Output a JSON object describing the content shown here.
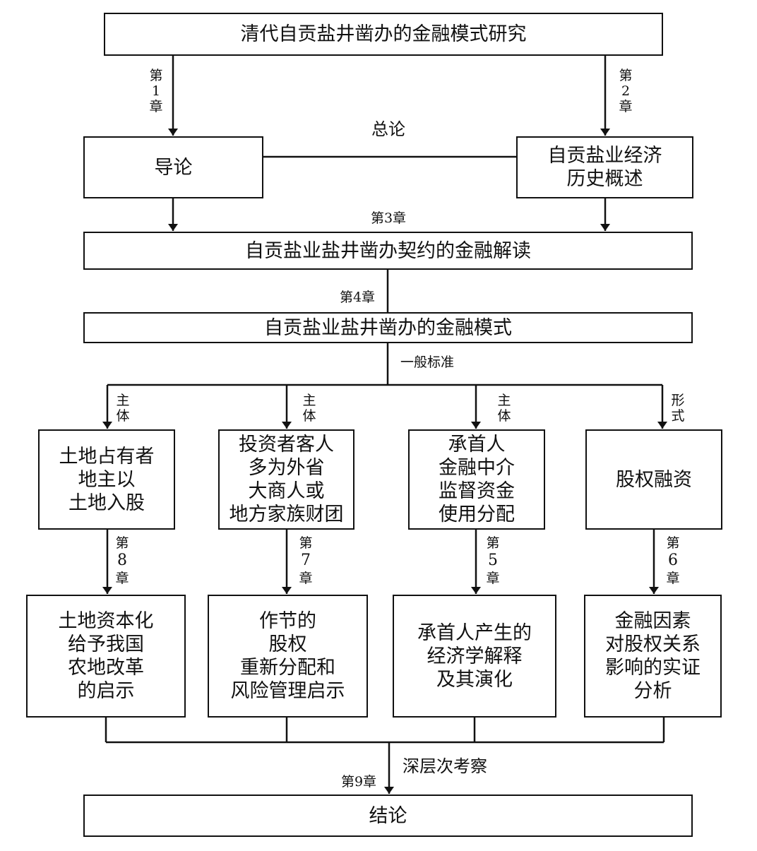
{
  "boxes": {
    "top": "清代自贡盐井凿办的金融模式研究",
    "intro": "导论",
    "history": [
      "自贡盐业经济",
      "历史概述"
    ],
    "contract": "自贡盐业盐井凿办契约的金融解读",
    "model": "自贡盐业盐井凿办的金融模式",
    "land_owner": [
      "土地占有者",
      "地主以",
      "土地入股"
    ],
    "investor": [
      "投资者客人",
      "多为外省",
      "大商人或",
      "地方家族财团"
    ],
    "undertaker": [
      "承首人",
      "金融中介",
      "监督资金",
      "使用分配"
    ],
    "equity": "股权融资",
    "land_capital": [
      "土地资本化",
      "给予我国",
      "农地改革",
      "的启示"
    ],
    "redistribution": [
      "作节的",
      "股权",
      "重新分配和",
      "风险管理启示"
    ],
    "econ_explain": [
      "承首人产生的",
      "经济学解释",
      "及其演化"
    ],
    "empirical": [
      "金融因素",
      "对股权关系",
      "影响的实证",
      "分析"
    ],
    "conclusion": "结论"
  },
  "labels": {
    "ch1": [
      "第",
      "1",
      "章"
    ],
    "ch2": [
      "第",
      "2",
      "章"
    ],
    "general": "总论",
    "ch3": "第3章",
    "ch4": "第4章",
    "standard": "一般标准",
    "subject1": [
      "主",
      "体"
    ],
    "subject2": [
      "主",
      "体"
    ],
    "subject3": [
      "主",
      "体"
    ],
    "form": [
      "形",
      "式"
    ],
    "ch8": [
      "第",
      "8",
      "章"
    ],
    "ch7": [
      "第",
      "7",
      "章"
    ],
    "ch5": [
      "第",
      "5",
      "章"
    ],
    "ch6": [
      "第",
      "6",
      "章"
    ],
    "deep": "深层次考察",
    "ch9": "第9章"
  }
}
